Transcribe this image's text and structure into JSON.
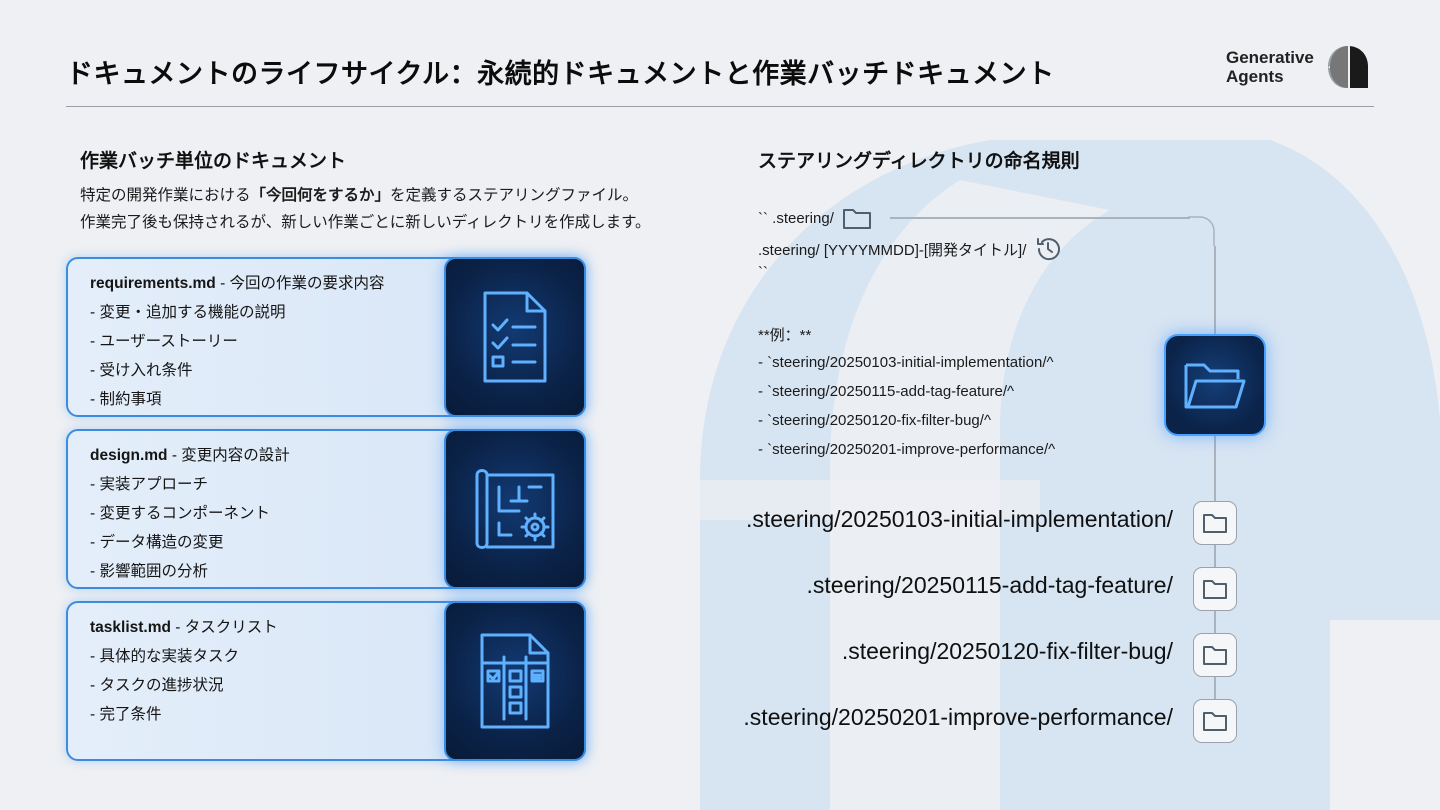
{
  "title": "ドキュメントのライフサイクル：永続的ドキュメントと作業バッチドキュメント",
  "brand": {
    "line1": "Generative",
    "line2": "Agents"
  },
  "left": {
    "heading": "作業バッチ単位のドキュメント",
    "desc_line1_pre": "特定の開発作業における",
    "desc_line1_bold": "「今回何をするか」",
    "desc_line1_post": "を定義するステアリングファイル。",
    "desc_line2": "作業完了後も保持されるが、新しい作業ごとに新しいディレクトリを作成します。",
    "cards": [
      {
        "file": "requirements.md",
        "subtitle": " - 今回の作業の要求内容",
        "items": [
          "- 変更・追加する機能の説明",
          "- ユーザーストーリー",
          "- 受け入れ条件",
          "- 制約事項"
        ],
        "icon": "checklist-document-icon"
      },
      {
        "file": "design.md",
        "subtitle": " - 変更内容の設計",
        "items": [
          "- 実装アプローチ",
          "- 変更するコンポーネント",
          "- データ構造の変更",
          "- 影響範囲の分析"
        ],
        "icon": "blueprint-gear-icon"
      },
      {
        "file": "tasklist.md",
        "subtitle": " - タスクリスト",
        "items": [
          "- 具体的な実装タスク",
          "- タスクの進捗状況",
          "- 完了条件"
        ],
        "icon": "kanban-document-icon"
      }
    ]
  },
  "right": {
    "heading": "ステアリングディレクトリの命名規則",
    "code_line1": "`` .steering/",
    "code_line2": ".steering/ [YYYYMMDD]-[開発タイトル]/",
    "code_line3": "``",
    "example_label": "**例：**",
    "examples": [
      "- `steering/20250103-initial-implementation/^",
      "- `steering/20250115-add-tag-feature/^",
      "- `steering/20250120-fix-filter-bug/^",
      "- `steering/20250201-improve-performance/^"
    ],
    "directories": [
      ".steering/20250103-initial-implementation/",
      ".steering/20250115-add-tag-feature/",
      ".steering/20250120-fix-filter-bug/",
      ".steering/20250201-improve-performance/"
    ]
  },
  "colors": {
    "accent": "#3a8ce0",
    "icon_bg": "#0b2349",
    "icon_line": "#5fb0ff",
    "bg_shape": "#d2e1f2"
  }
}
